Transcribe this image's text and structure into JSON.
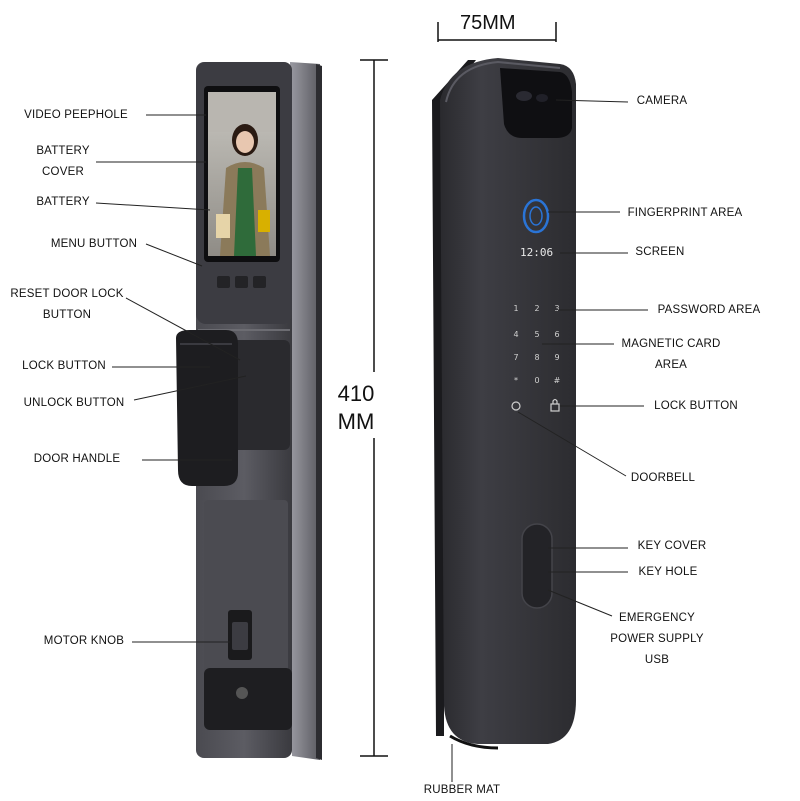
{
  "dimensions": {
    "width": "75MM",
    "height_value": "410",
    "height_unit": "MM"
  },
  "display_time": "12:06",
  "left_labels": [
    {
      "id": "video-peephole",
      "lines": [
        "VIDEO PEEPHOLE"
      ]
    },
    {
      "id": "battery-cover",
      "lines": [
        "BATTERY",
        "COVER"
      ]
    },
    {
      "id": "battery",
      "lines": [
        "BATTERY"
      ]
    },
    {
      "id": "menu-button",
      "lines": [
        "MENU BUTTON"
      ]
    },
    {
      "id": "reset-door-lock-button",
      "lines": [
        "RESET DOOR LOCK",
        "BUTTON"
      ]
    },
    {
      "id": "lock-button-left",
      "lines": [
        "LOCK BUTTON"
      ]
    },
    {
      "id": "unlock-button",
      "lines": [
        "UNLOCK BUTTON"
      ]
    },
    {
      "id": "door-handle",
      "lines": [
        "DOOR HANDLE"
      ]
    },
    {
      "id": "motor-knob",
      "lines": [
        "MOTOR KNOB"
      ]
    }
  ],
  "right_labels": [
    {
      "id": "camera",
      "lines": [
        "CAMERA"
      ]
    },
    {
      "id": "fingerprint-area",
      "lines": [
        "FINGERPRINT AREA"
      ]
    },
    {
      "id": "screen",
      "lines": [
        "SCREEN"
      ]
    },
    {
      "id": "password-area",
      "lines": [
        "PASSWORD AREA"
      ]
    },
    {
      "id": "magnetic-card-area",
      "lines": [
        "MAGNETIC CARD",
        "AREA"
      ]
    },
    {
      "id": "lock-button-right",
      "lines": [
        "LOCK BUTTON"
      ]
    },
    {
      "id": "doorbell",
      "lines": [
        "DOORBELL"
      ]
    },
    {
      "id": "key-cover",
      "lines": [
        "KEY COVER"
      ]
    },
    {
      "id": "key-hole",
      "lines": [
        "KEY HOLE"
      ]
    },
    {
      "id": "emergency-power-supply-usb",
      "lines": [
        "EMERGENCY",
        "POWER SUPPLY",
        "USB"
      ]
    }
  ],
  "bottom_label": {
    "id": "rubber-mat",
    "lines": [
      "RUBBER MAT"
    ]
  },
  "keypad_keys": [
    "1",
    "2",
    "3",
    "4",
    "5",
    "6",
    "7",
    "8",
    "9",
    "*",
    "0",
    "#"
  ],
  "colors": {
    "lock_body": "#3a3a3e",
    "lock_edge": "#6a6a70",
    "lock_dark": "#1c1c1f",
    "fingerprint": "#2a74d6",
    "keypad_text": "#d0d0d0",
    "leader_line": "#222222"
  }
}
